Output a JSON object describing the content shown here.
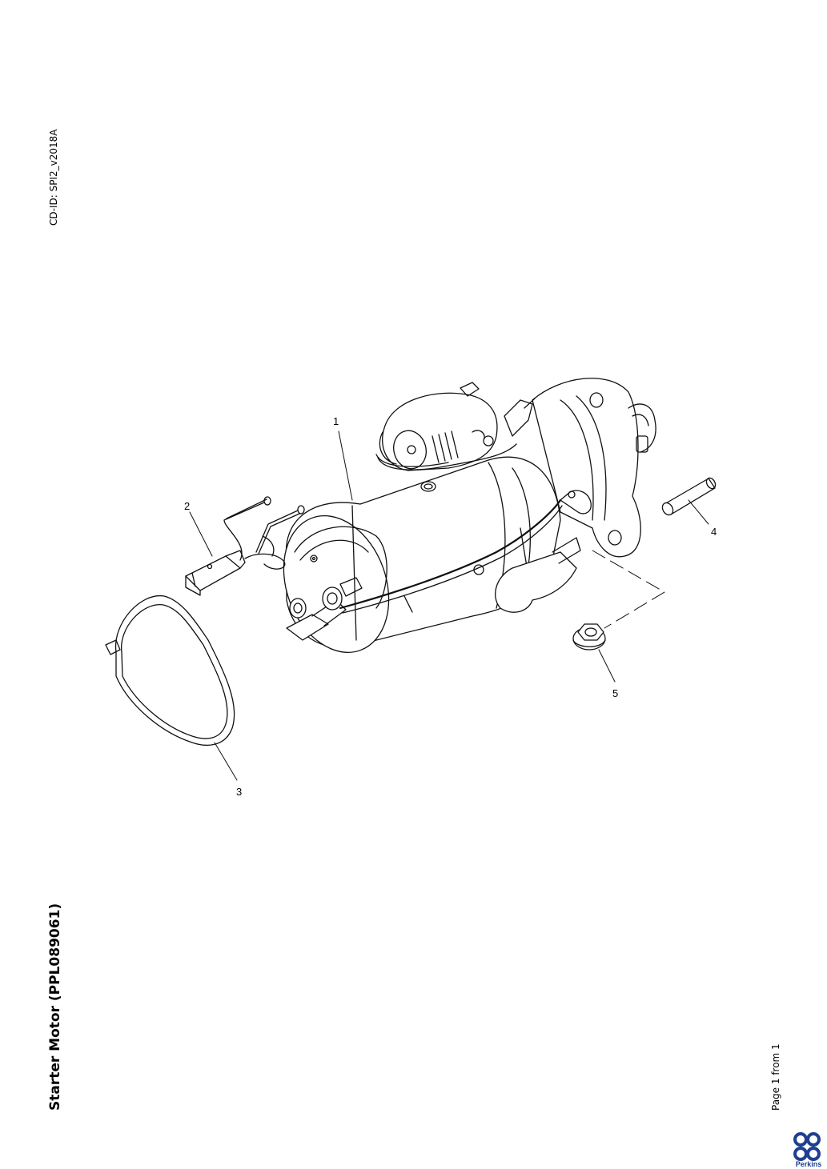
{
  "document": {
    "cd_id": "CD-ID: SPI2_v2018A",
    "title": "Starter Motor (PPL089061)",
    "page_info": "Page 1 from 1"
  },
  "callouts": [
    "1",
    "2",
    "3",
    "4",
    "5"
  ],
  "brand": {
    "name": "Perkins",
    "color": "#1f3f8f"
  }
}
